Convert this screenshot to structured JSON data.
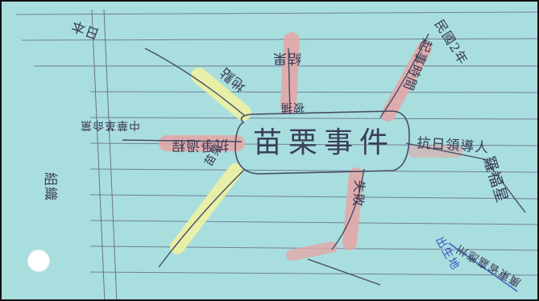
{
  "image": {
    "center_topic": "苗栗事件",
    "branches": [
      {
        "text": "抗日領導人",
        "highlight": "#e2a7a7"
      },
      {
        "text": "羅福星",
        "highlight": ""
      },
      {
        "text": "出生地",
        "highlight": ""
      },
      {
        "text": "廣東省嘉應州",
        "highlight": ""
      },
      {
        "text": "失敗",
        "highlight": "#e2a7a7"
      },
      {
        "text": "起事時間",
        "highlight": "#e2a7a7"
      },
      {
        "text": "民國2年",
        "highlight": ""
      },
      {
        "text": "抗爭過程",
        "highlight": "#e2a7a7"
      },
      {
        "text": "地點",
        "highlight": "#eef1a0"
      },
      {
        "text": "結果",
        "highlight": "#e2a7a7"
      },
      {
        "text": "被捕",
        "highlight": ""
      },
      {
        "text": "苗栗",
        "highlight": ""
      },
      {
        "text": "日本",
        "highlight": ""
      },
      {
        "text": "組織",
        "highlight": ""
      },
      {
        "text": "中華革命黨",
        "highlight": ""
      }
    ],
    "colors": {
      "paper": "#a9dede",
      "rule_line": "#6a6f8e",
      "pink_highlight": "#e2a7a7",
      "yellow_highlight": "#eef1a0",
      "ink": "#3a3a55",
      "blue_ink": "#3a54c8"
    }
  }
}
